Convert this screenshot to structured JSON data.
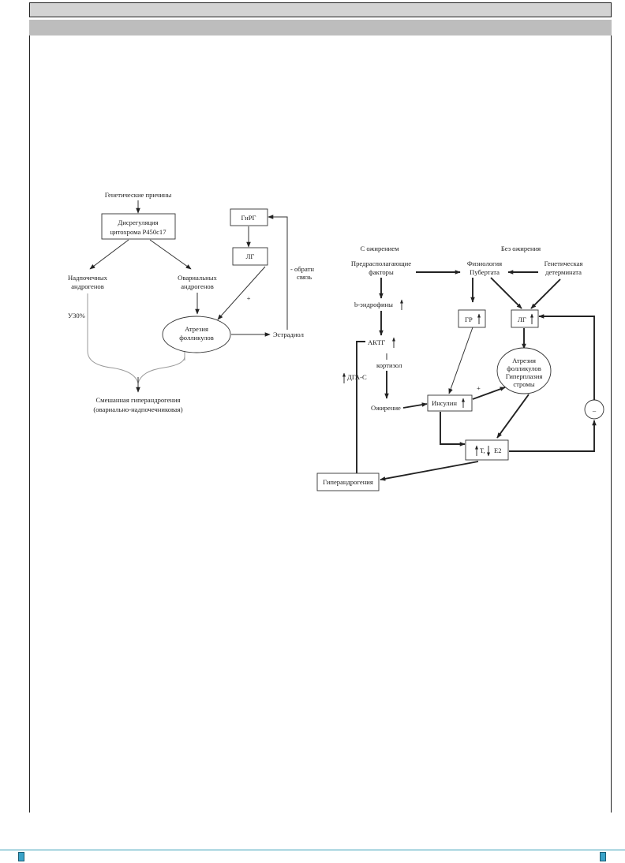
{
  "left_diagram": {
    "genetic_causes": "Генетические причины",
    "dysregulation_l1": "Дисрегуляция",
    "dysregulation_l2": "цитохрома P450c17",
    "adrenal_l1": "Надпочечных",
    "adrenal_l2": "андрогенов",
    "ovarian_l1": "Овариальных",
    "ovarian_l2": "андрогенов",
    "pct": "У30%",
    "atresia_l1": "Атрезия",
    "atresia_l2": "фолликулов",
    "gnrg": "ГнРГ",
    "lg": "ЛГ",
    "plus": "+",
    "feedback_l1": "- обратн",
    "feedback_l2": "связь",
    "estradiol": "Эстрадиол",
    "mixed_l1": "Смешанная гиперандрогения",
    "mixed_l2": "(овариально-надпочечниковая)"
  },
  "right_diagram": {
    "with_obesity": "С ожирением",
    "without_obesity": "Без ожирения",
    "predisposing_l1": "Предрасполагающие",
    "predisposing_l2": "факторы",
    "physiology_l1": "Физиология",
    "physiology_l2": "Пубертата",
    "genetic_l1": "Генетическая",
    "genetic_l2": "детермината",
    "endorphins": "b-эндрофины",
    "gr": "ГР",
    "lg": "ЛГ",
    "actg": "АКТГ",
    "cortisol": "кортизол",
    "dga": "ДГА-С",
    "atresia_l1": "Атрезия",
    "atresia_l2": "фолликулов",
    "atresia_l3": "Гиперплазия",
    "atresia_l4": "стромы",
    "plus": "+",
    "obesity": "Ожирение",
    "insulin": "Инсулин",
    "minus": "–",
    "t": "Т,",
    "e2": "Е2",
    "hyperandrogenia": "Гиперандрогения"
  }
}
